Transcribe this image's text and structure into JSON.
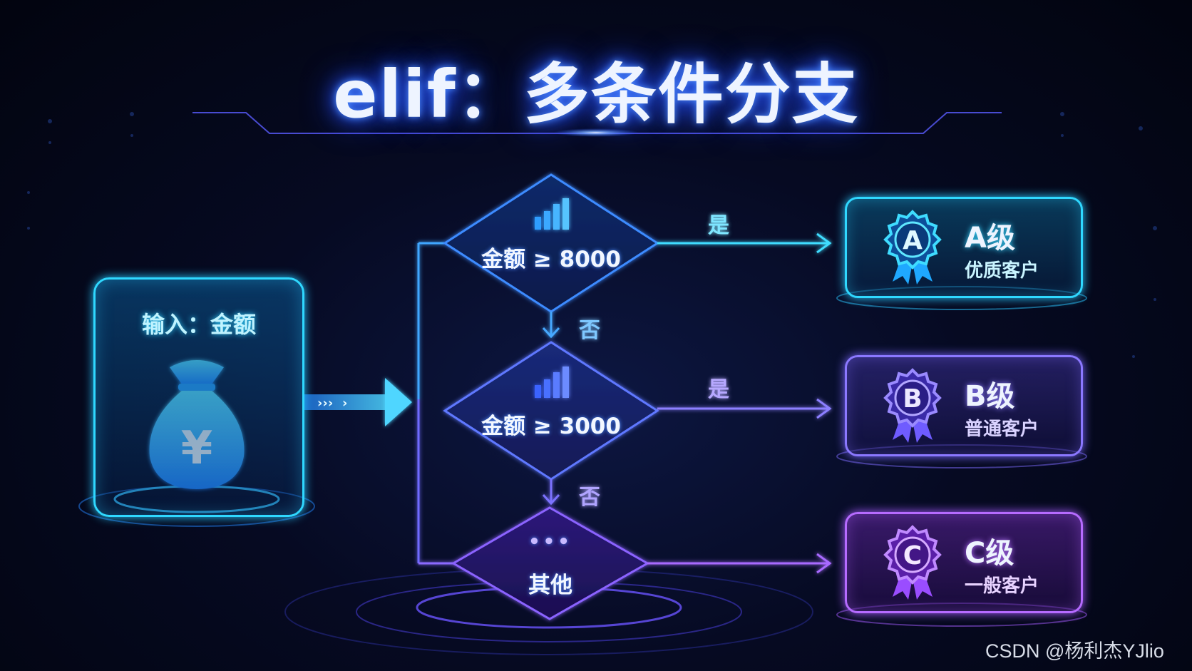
{
  "title": "elif：多条件分支",
  "input_box": {
    "label": "输入：金额",
    "currency_symbol": "¥"
  },
  "decisions": [
    {
      "label": "金额 ≥ 8000",
      "icon": "bar-chart-icon"
    },
    {
      "label": "金额 ≥ 3000",
      "icon": "bar-chart-icon"
    },
    {
      "label": "其他",
      "icon": "ellipsis-icon",
      "dots": "•••"
    }
  ],
  "edge_labels": {
    "yes_1": "是",
    "yes_2": "是",
    "no_1": "否",
    "no_2": "否"
  },
  "grades": [
    {
      "letter": "A",
      "title": "A级",
      "subtitle": "优质客户",
      "color": "#2fd8ff"
    },
    {
      "letter": "B",
      "title": "B级",
      "subtitle": "普通客户",
      "color": "#8b78ff"
    },
    {
      "letter": "C",
      "title": "C级",
      "subtitle": "一般客户",
      "color": "#b66bff"
    }
  ],
  "colors": {
    "cyan": "#2fd8ff",
    "blue": "#3d7bff",
    "violet": "#8b78ff",
    "purple": "#b66bff"
  },
  "watermark": "CSDN @杨利杰YJlio"
}
